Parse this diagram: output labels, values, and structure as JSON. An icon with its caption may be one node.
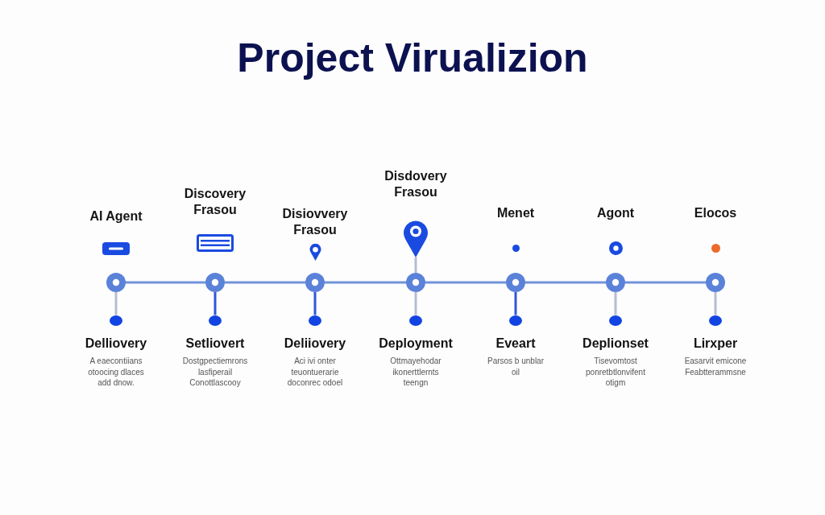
{
  "diagram": {
    "title": "Project Virualizion",
    "nodes": [
      {
        "text": [],
        "shape": "circle"
      },
      {
        "text": [],
        "shape": "circle"
      },
      {
        "text": [],
        "shape": "circle"
      },
      {
        "text": [],
        "shape": "circle"
      },
      {
        "text": [],
        "shape": "circle"
      },
      {
        "text": [],
        "shape": "circle"
      },
      {
        "text": [],
        "shape": "circle"
      },
      {
        "text": [],
        "shape": "circle",
        "beside": [
          "Delliovery",
          "A eaecontiians otoocing dlaces add dnow."
        ]
      },
      {
        "text": [],
        "shape": "circle",
        "beside": [
          "Setliovert",
          "Dostgpectiemrons lasfiperail Conottlascooy"
        ]
      },
      {
        "text": [],
        "shape": "circle",
        "beside": [
          "Deliiovery",
          "Aci ivi onter teuontuerarie doconrec odoel"
        ]
      },
      {
        "text": [],
        "shape": "circle",
        "beside": [
          "Deployment",
          "Ottmayehodar ikonerttlernts teengn"
        ]
      },
      {
        "text": [],
        "shape": "circle",
        "beside": [
          "Eveart",
          "Parsos b unblar oil"
        ]
      },
      {
        "text": [],
        "shape": "circle",
        "beside": [
          "Deplionset",
          "Tisevomtost ponretbtlonvifent otigm"
        ]
      },
      {
        "text": [],
        "shape": "circle",
        "beside": [
          "Lirxper",
          "Easarvit emicone Feabtterammsne"
        ]
      },
      {
        "text": [],
        "shape": "pin"
      }
    ],
    "edges": [
      {
        "from": 0,
        "to": 1,
        "arrow": "none"
      },
      {
        "from": 1,
        "to": 2,
        "arrow": "none"
      },
      {
        "from": 2,
        "to": 3,
        "arrow": "none"
      },
      {
        "from": 3,
        "to": 4,
        "arrow": "none"
      },
      {
        "from": 4,
        "to": 5,
        "arrow": "none"
      },
      {
        "from": 5,
        "to": 6,
        "arrow": "none"
      },
      {
        "from": 0,
        "to": 7,
        "arrow": "none",
        "color": "#b4bdd2"
      },
      {
        "from": 1,
        "to": 8,
        "arrow": "none",
        "color": "#2f57d6"
      },
      {
        "from": 2,
        "to": 9,
        "arrow": "none",
        "color": "#2f57d6"
      },
      {
        "from": 3,
        "to": 10,
        "arrow": "none",
        "color": "#b4bdd2"
      },
      {
        "from": 4,
        "to": 11,
        "arrow": "none",
        "color": "#2f57d6"
      },
      {
        "from": 5,
        "to": 12,
        "arrow": "none",
        "color": "#b4bdd2"
      },
      {
        "from": 6,
        "to": 13,
        "arrow": "none",
        "color": "#b4bdd2"
      },
      {
        "from": 14,
        "to": 3,
        "arrow": "none",
        "color": "#b4bdd2"
      }
    ],
    "labels": [
      "AI Agent",
      "Discovery Frasou",
      "Disiovvery Frasou",
      "Disdovery Frasou",
      "Menet",
      "Agont",
      "Elocos"
    ]
  }
}
